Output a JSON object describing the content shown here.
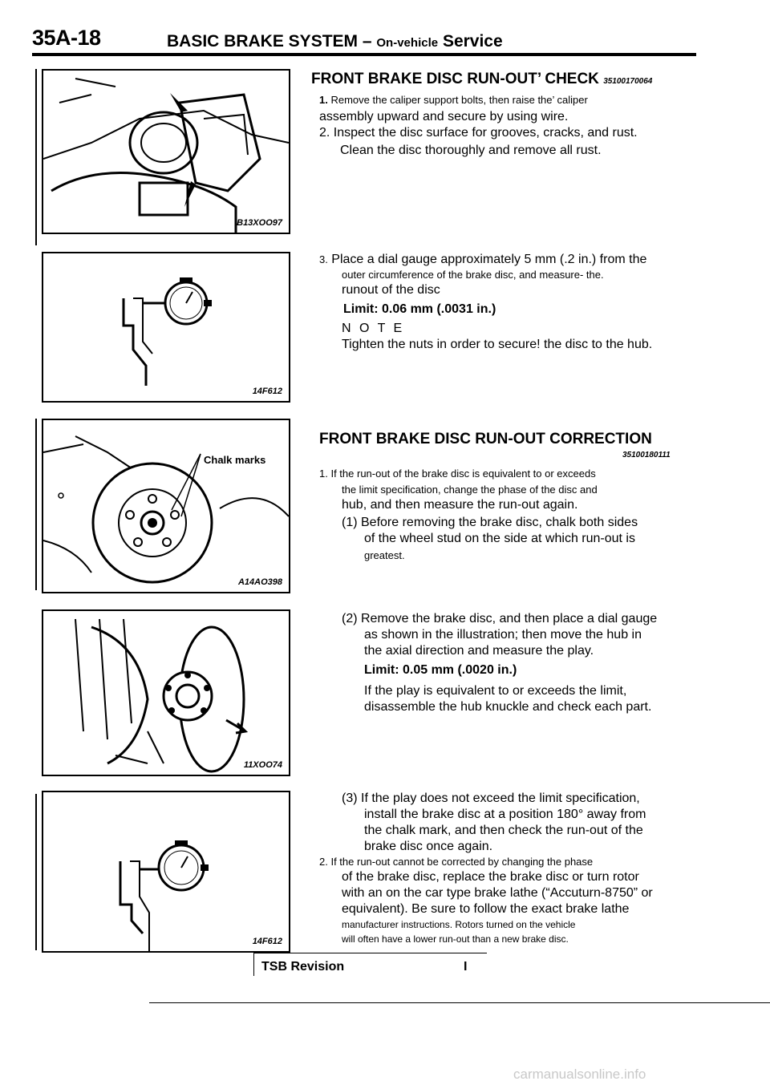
{
  "header": {
    "code": "35A-18",
    "title": "BASIC BRAKE SYSTEM –",
    "subtitle_small": "On-vehicle",
    "subtitle": "Service"
  },
  "figures": {
    "fig1_code": "B13XOO97",
    "fig2_code": "14F612",
    "fig3_code": "A14AO398",
    "fig3_label": "Chalk marks",
    "fig4_code": "11XOO74",
    "fig5_code": "14F612"
  },
  "section1": {
    "title_a": "FRONT",
    "title_b": "BRAKE",
    "title_c": "DISC RUN-OUT’",
    "title_d": "CHECK",
    "tag": "35100170064",
    "step1_num": "1.",
    "step1_a": "Remove the caliper support bolts, then raise the’ caliper",
    "step1_b": "assembly upward and secure by using wire.",
    "step2_a": "2. Inspect the disc surface for grooves, cracks, and rust.",
    "step2_b": "Clean the disc thoroughly and remove all rust.",
    "step3_num": "3.",
    "step3_a": "Place a dial gauge approximately 5 mm (.2 in.) from the",
    "step3_b": "outer circumference of the brake disc, and measure- the.",
    "step3_c": "runout of the disc",
    "limit": "Limit: 0.06 mm (.0031 in.)",
    "note": "N O T E",
    "note_text": "Tighten the nuts in order to secure! the disc to the hub."
  },
  "section2": {
    "title": "FRONT BRAKE DISC RUN-OUT CORRECTION",
    "tag": "35100180111",
    "s1_num": "1.",
    "s1_a": "If the run-out of the brake disc is equivalent to or exceeds",
    "s1_b": "the limit specification, change the phase of the disc and",
    "s1_c": "hub, and then measure the run-out again.",
    "sub1_a": "(1) Before removing the brake disc, chalk both sides",
    "sub1_b": "of the wheel stud on the side at which run-out is",
    "sub1_c": "greatest.",
    "sub2_a": "(2) Remove the brake disc, and then place a dial gauge",
    "sub2_b": "as shown in the illustration; then move the hub in",
    "sub2_c": "the axial direction and measure the play.",
    "limit2": "Limit: 0.05 mm (.0020 in.)",
    "sub2_d": "If the play is equivalent to or exceeds the limit,",
    "sub2_e": "disassemble the hub knuckle and check each part.",
    "sub3_a": "(3) If the play does not exceed the limit specification,",
    "sub3_b": "install the brake disc at a position 180° away from",
    "sub3_c": "the chalk mark, and then check the run-out of the",
    "sub3_d": "brake disc once again.",
    "s2_num": "2.",
    "s2_a": "If the run-out cannot be corrected by changing the phase",
    "s2_b": "of the brake disc, replace the brake disc or turn rotor",
    "s2_c": "with an on the car type brake lathe (“Accuturn-8750” or",
    "s2_d": "equivalent). Be sure to follow the exact brake lathe",
    "s2_e": "manufacturer instructions. Rotors turned on the vehicle",
    "s2_f": "will often have a lower run-out than a new brake disc."
  },
  "footer": {
    "label": "TSB Revision",
    "revision": "I"
  },
  "watermark": "carmanualsonline.info"
}
